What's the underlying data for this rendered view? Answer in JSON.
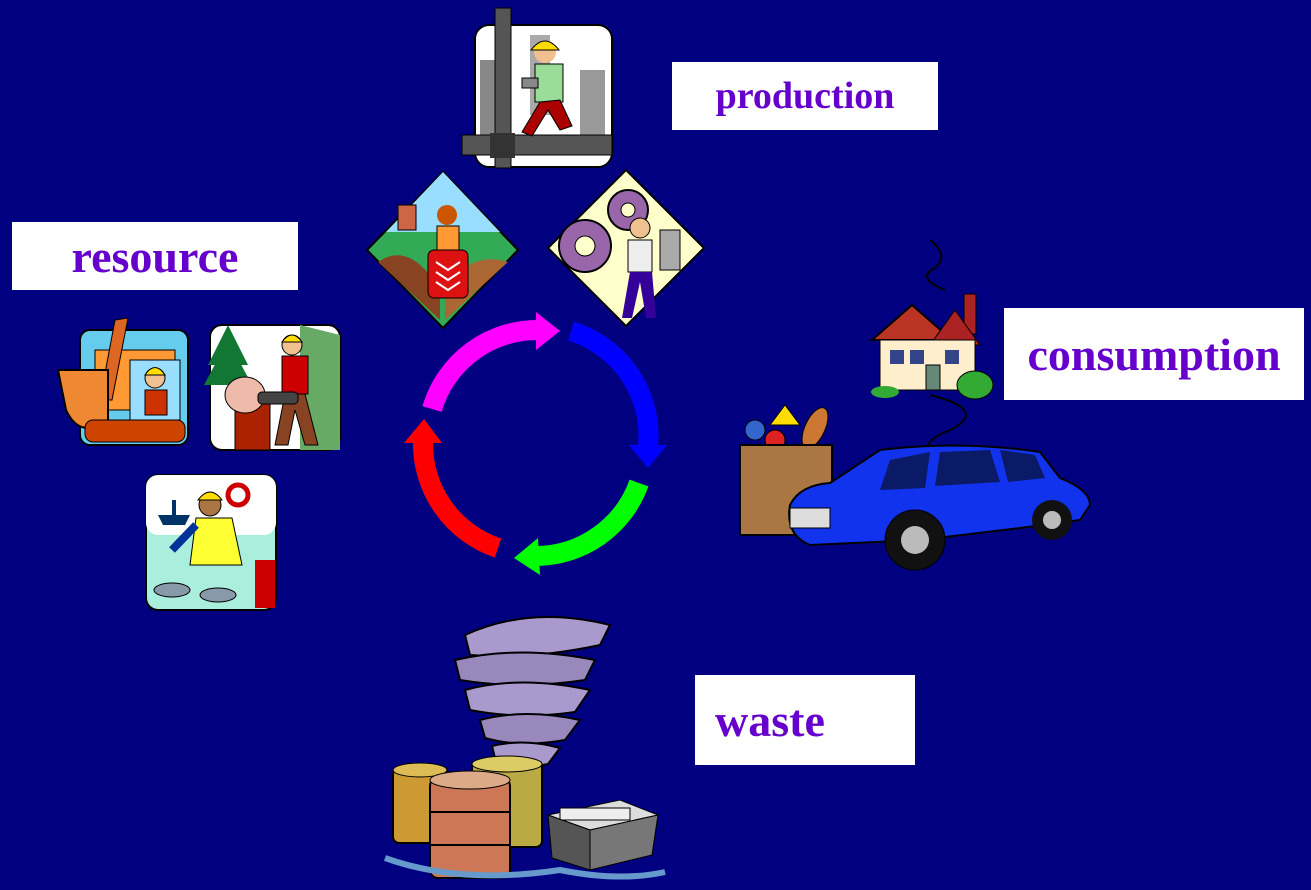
{
  "labels": {
    "production": "production",
    "resource": "resource",
    "consumption": "consumption",
    "waste": "waste"
  },
  "cycle_arrows": [
    {
      "name": "resource-to-production",
      "color": "#ff00ff"
    },
    {
      "name": "production-to-consumption",
      "color": "#0000ff"
    },
    {
      "name": "consumption-to-waste",
      "color": "#00ff00"
    },
    {
      "name": "waste-to-resource",
      "color": "#ff0000"
    }
  ],
  "colors": {
    "background": "#000080",
    "label_text": "#6600cc",
    "label_box": "#ffffff"
  },
  "icons": {
    "production": [
      "construction-worker-icon",
      "farmer-tractor-icon",
      "factory-worker-gears-icon"
    ],
    "resource": [
      "excavator-icon",
      "lumberjack-chainsaw-icon",
      "fisherman-icon"
    ],
    "consumption": [
      "house-icon",
      "grocery-bag-icon",
      "car-icon"
    ],
    "waste": [
      "tornado-icon",
      "oil-barrels-icon",
      "trash-bin-icon"
    ]
  }
}
